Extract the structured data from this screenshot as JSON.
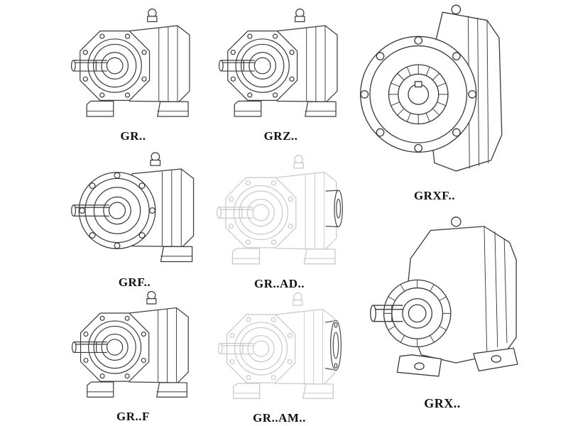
{
  "colors": {
    "line": "#3b3b3b",
    "ghost": "#c8c8c8",
    "label": "#111111",
    "background": "#ffffff"
  },
  "figures": [
    {
      "id": "gr",
      "label": "GR.."
    },
    {
      "id": "grz",
      "label": "GRZ.."
    },
    {
      "id": "grxf",
      "label": "GRXF.."
    },
    {
      "id": "grf",
      "label": "GRF.."
    },
    {
      "id": "grad",
      "label": "GR..AD.."
    },
    {
      "id": "grx",
      "label": "GRX.."
    },
    {
      "id": "grff",
      "label": "GR..F"
    },
    {
      "id": "gram",
      "label": "GR..AM.."
    }
  ]
}
